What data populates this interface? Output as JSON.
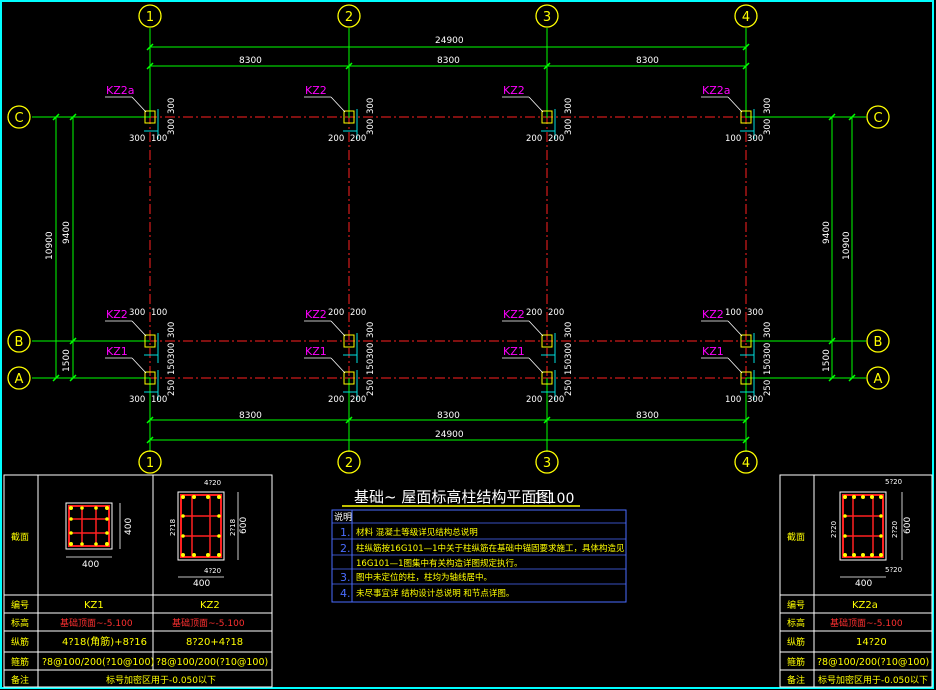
{
  "colors": {
    "background": "#000000",
    "frame": "#00ffff",
    "axis_line": "#ff2020",
    "dimension": "#00ff00",
    "grid_bubble": "#ffff00",
    "column_label": "#ff00ff",
    "column_dim": "#ffffff",
    "table_line": "#ffffff",
    "table_text": "#ffff00",
    "table_value": "#ff3030",
    "rebar_tie": "#ff2020",
    "rebar_bar": "#ffff00",
    "notes_box": "#4a6dff",
    "notes_num": "#4a6dff"
  },
  "grid_axes": {
    "columns": [
      "1",
      "2",
      "3",
      "4"
    ],
    "rows_right": [
      "C",
      "B",
      "A"
    ],
    "rows_left": [
      "C",
      "B",
      "A"
    ]
  },
  "dimensions": {
    "top_total": "24900",
    "top_spans": [
      "8300",
      "8300",
      "8300"
    ],
    "bottom_spans": [
      "8300",
      "8300",
      "8300"
    ],
    "bottom_total": "24900",
    "left_overall": "10900",
    "left_cb": "9400",
    "left_ba": "1500",
    "right_overall": "10900",
    "right_cb": "9400",
    "right_ba": "1500"
  },
  "columns_plan": {
    "row_c": [
      {
        "label": "KZ2a",
        "left": "300",
        "right": "100",
        "up": "300",
        "down": "300"
      },
      {
        "label": "KZ2",
        "left": "200",
        "right": "200",
        "up": "300",
        "down": "300"
      },
      {
        "label": "KZ2",
        "left": "200",
        "right": "200",
        "up": "300",
        "down": "300"
      },
      {
        "label": "KZ2a",
        "left": "100",
        "right": "300",
        "up": "300",
        "down": "300"
      }
    ],
    "row_b": [
      {
        "label": "KZ2",
        "left": "300",
        "right": "100",
        "up": "300",
        "down": "300"
      },
      {
        "label": "KZ2",
        "left": "200",
        "right": "200",
        "up": "300",
        "down": "300"
      },
      {
        "label": "KZ2",
        "left": "200",
        "right": "200",
        "up": "300",
        "down": "300"
      },
      {
        "label": "KZ2",
        "left": "100",
        "right": "300",
        "up": "300",
        "down": "300"
      }
    ],
    "row_a": [
      {
        "label": "KZ1",
        "left": "300",
        "right": "100",
        "up": "150",
        "down": "250"
      },
      {
        "label": "KZ1",
        "left": "200",
        "right": "200",
        "up": "150",
        "down": "250"
      },
      {
        "label": "KZ1",
        "left": "200",
        "right": "200",
        "up": "150",
        "down": "250"
      },
      {
        "label": "KZ1",
        "left": "100",
        "right": "300",
        "up": "150",
        "down": "250"
      }
    ]
  },
  "drawing_title": {
    "main": "基础~ 屋面标高柱结构平面图",
    "scale": "1:100"
  },
  "notes": {
    "header": "说明",
    "items": [
      {
        "num": "1.",
        "text": "材料  混凝土等级详见结构总说明"
      },
      {
        "num": "2.",
        "text": "柱纵筋按16G101—1中关于柱纵筋在基础中锚固要求施工，具体构造见"
      },
      {
        "num": "",
        "text": "16G101—1图集中有关构造详图规定执行。"
      },
      {
        "num": "3.",
        "text": "图中未定位的柱，柱均为轴线居中。"
      },
      {
        "num": "4.",
        "text": "未尽事宜详  结构设计总说明  和节点详图。"
      }
    ]
  },
  "left_table": {
    "row_headers": [
      "截面",
      "编号",
      "标高",
      "纵筋",
      "箍筋",
      "备注"
    ],
    "kz1": {
      "dim_h": "400",
      "dim_v": "400",
      "code": "KZ1",
      "elev": "基础顶面~-5.100",
      "long": "4?18(角筋)+8?16",
      "stir": "?8@100/200(?10@100)"
    },
    "kz2": {
      "dim_top": "4?20",
      "dim_bottom": "4?20",
      "dim_side_left": "2?18",
      "dim_side_right": "2?18",
      "dim_h": "400",
      "dim_v": "600",
      "code": "KZ2",
      "elev": "基础顶面~-5.100",
      "long": "8?20+4?18",
      "stir": "?8@100/200(?10@100)"
    },
    "remark": "标号加密区用于-0.050以下"
  },
  "right_table": {
    "row_headers": [
      "截面",
      "编号",
      "标高",
      "纵筋",
      "箍筋",
      "备注"
    ],
    "kz2a": {
      "dim_top": "5?20",
      "dim_bottom": "5?20",
      "dim_side_left": "2?20",
      "dim_side_right": "2?20",
      "dim_h": "400",
      "dim_v": "600",
      "code": "KZ2a",
      "elev": "基础顶面~-5.100",
      "long": "14?20",
      "stir": "?8@100/200(?10@100)"
    },
    "remark": "标号加密区用于-0.050以下"
  }
}
